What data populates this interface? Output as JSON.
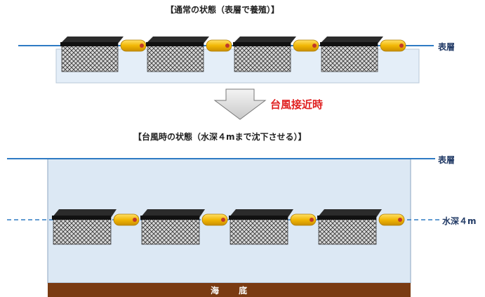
{
  "top": {
    "title": "【通常の状態（表層で養殖）】",
    "surface_label": "表層"
  },
  "transition": {
    "label": "台風接近時"
  },
  "bottom": {
    "title": "【台風時の状態（水深４mまで沈下させる）】",
    "surface_label": "表層",
    "depth_label": "水深４m",
    "seabed_label": "海 底"
  },
  "colors": {
    "surface_line": "#2e7bc4",
    "water": "#dce8f4",
    "float": "#f2b705",
    "seabed": "#7a3b12",
    "cage_top": "#1a1a1a",
    "alert": "#e02020"
  }
}
